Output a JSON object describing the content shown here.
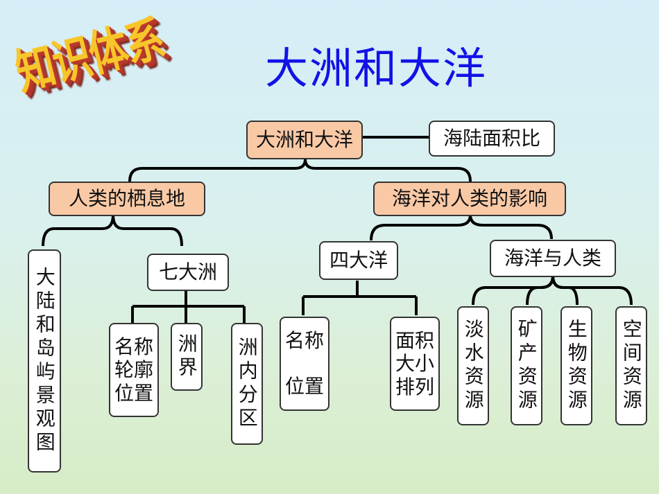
{
  "badge": "知识体系",
  "title": "大洲和大洋",
  "nodes": {
    "root": "大洲和大洋",
    "area_ratio": "海陆面积比",
    "left": "人类的栖息地",
    "right": "海洋对人类的影响",
    "continent_island": "大陆和岛屿景观图",
    "seven": "七大洲",
    "seven_a1": "名称",
    "seven_a2": "轮廓",
    "seven_a3": "位置",
    "seven_b": "洲界",
    "seven_c": "洲内分区",
    "four": "四大洋",
    "four_a1": "名称",
    "four_a2": "位置",
    "four_b1": "面积",
    "four_b2": "大小",
    "four_b3": "排列",
    "ocean_human": "海洋与人类",
    "r1": "淡水资源",
    "r2": "矿产资源",
    "r3": "生物资源",
    "r4": "空间资源"
  }
}
